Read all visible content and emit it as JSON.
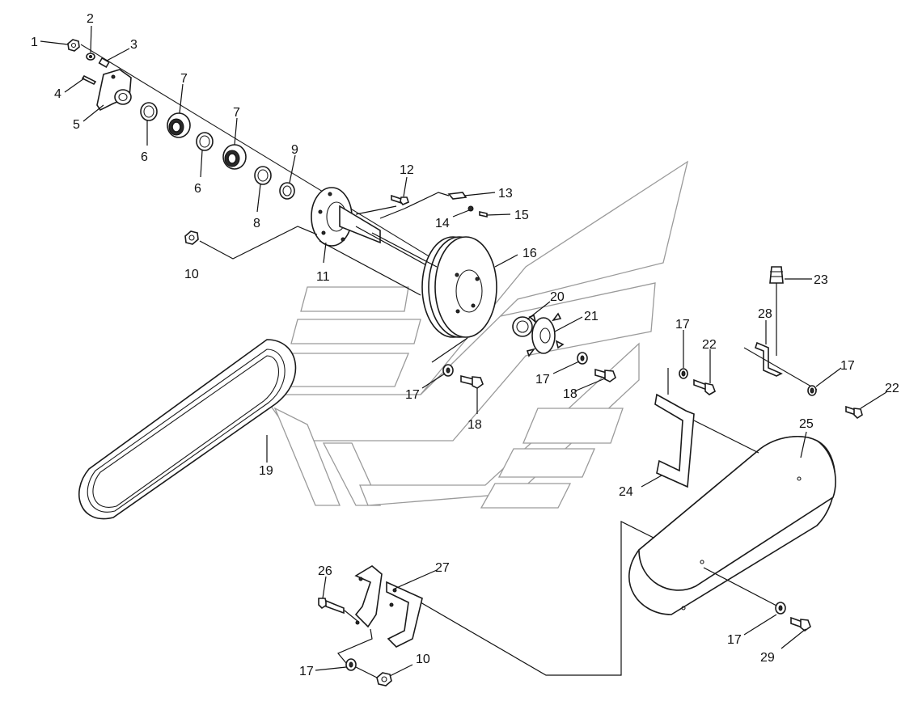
{
  "diagram": {
    "callouts": [
      {
        "id": "c1",
        "text": "1"
      },
      {
        "id": "c2",
        "text": "2"
      },
      {
        "id": "c3",
        "text": "3"
      },
      {
        "id": "c4",
        "text": "4"
      },
      {
        "id": "c5",
        "text": "5"
      },
      {
        "id": "c6a",
        "text": "6"
      },
      {
        "id": "c7a",
        "text": "7"
      },
      {
        "id": "c6b",
        "text": "6"
      },
      {
        "id": "c7b",
        "text": "7"
      },
      {
        "id": "c8",
        "text": "8"
      },
      {
        "id": "c9",
        "text": "9"
      },
      {
        "id": "c10a",
        "text": "10"
      },
      {
        "id": "c11",
        "text": "11"
      },
      {
        "id": "c12",
        "text": "12"
      },
      {
        "id": "c13",
        "text": "13"
      },
      {
        "id": "c14",
        "text": "14"
      },
      {
        "id": "c15",
        "text": "15"
      },
      {
        "id": "c16",
        "text": "16"
      },
      {
        "id": "c17a",
        "text": "17"
      },
      {
        "id": "c18a",
        "text": "18"
      },
      {
        "id": "c19",
        "text": "19"
      },
      {
        "id": "c20",
        "text": "20"
      },
      {
        "id": "c21",
        "text": "21"
      },
      {
        "id": "c17b",
        "text": "17"
      },
      {
        "id": "c18b",
        "text": "18"
      },
      {
        "id": "c17c",
        "text": "17"
      },
      {
        "id": "c22a",
        "text": "22"
      },
      {
        "id": "c23",
        "text": "23"
      },
      {
        "id": "c28",
        "text": "28"
      },
      {
        "id": "c17d",
        "text": "17"
      },
      {
        "id": "c22b",
        "text": "22"
      },
      {
        "id": "c24",
        "text": "24"
      },
      {
        "id": "c25",
        "text": "25"
      },
      {
        "id": "c26",
        "text": "26"
      },
      {
        "id": "c27",
        "text": "27"
      },
      {
        "id": "c17e",
        "text": "17"
      },
      {
        "id": "c10b",
        "text": "10"
      },
      {
        "id": "c17f",
        "text": "17"
      },
      {
        "id": "c29",
        "text": "29"
      }
    ]
  }
}
